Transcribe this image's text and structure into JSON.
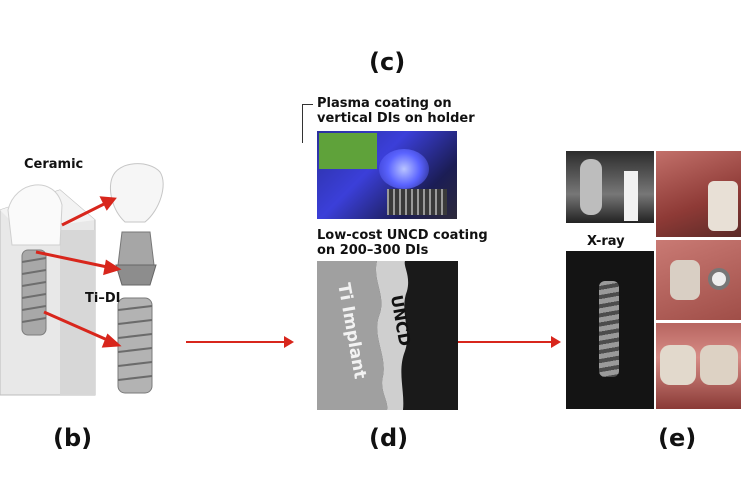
{
  "labels": {
    "c": "(c)",
    "b": "(b)",
    "d": "(d)",
    "e": "(e)",
    "ceramic": "Ceramic",
    "ti_di": "Ti–DI",
    "plasma_line1": "Plasma coating on",
    "plasma_line2": "vertical DIs on holder",
    "uncd_line1": "Low-cost UNCD coating",
    "uncd_line2": "on 200–300 DIs",
    "xray": "X-ray",
    "ti_implant": "Ti Implant",
    "uncd": "UNCD"
  },
  "colors": {
    "arrow": "#d8261c",
    "plasma_glow": "#3b3fd9",
    "gum": "#c9706c"
  }
}
